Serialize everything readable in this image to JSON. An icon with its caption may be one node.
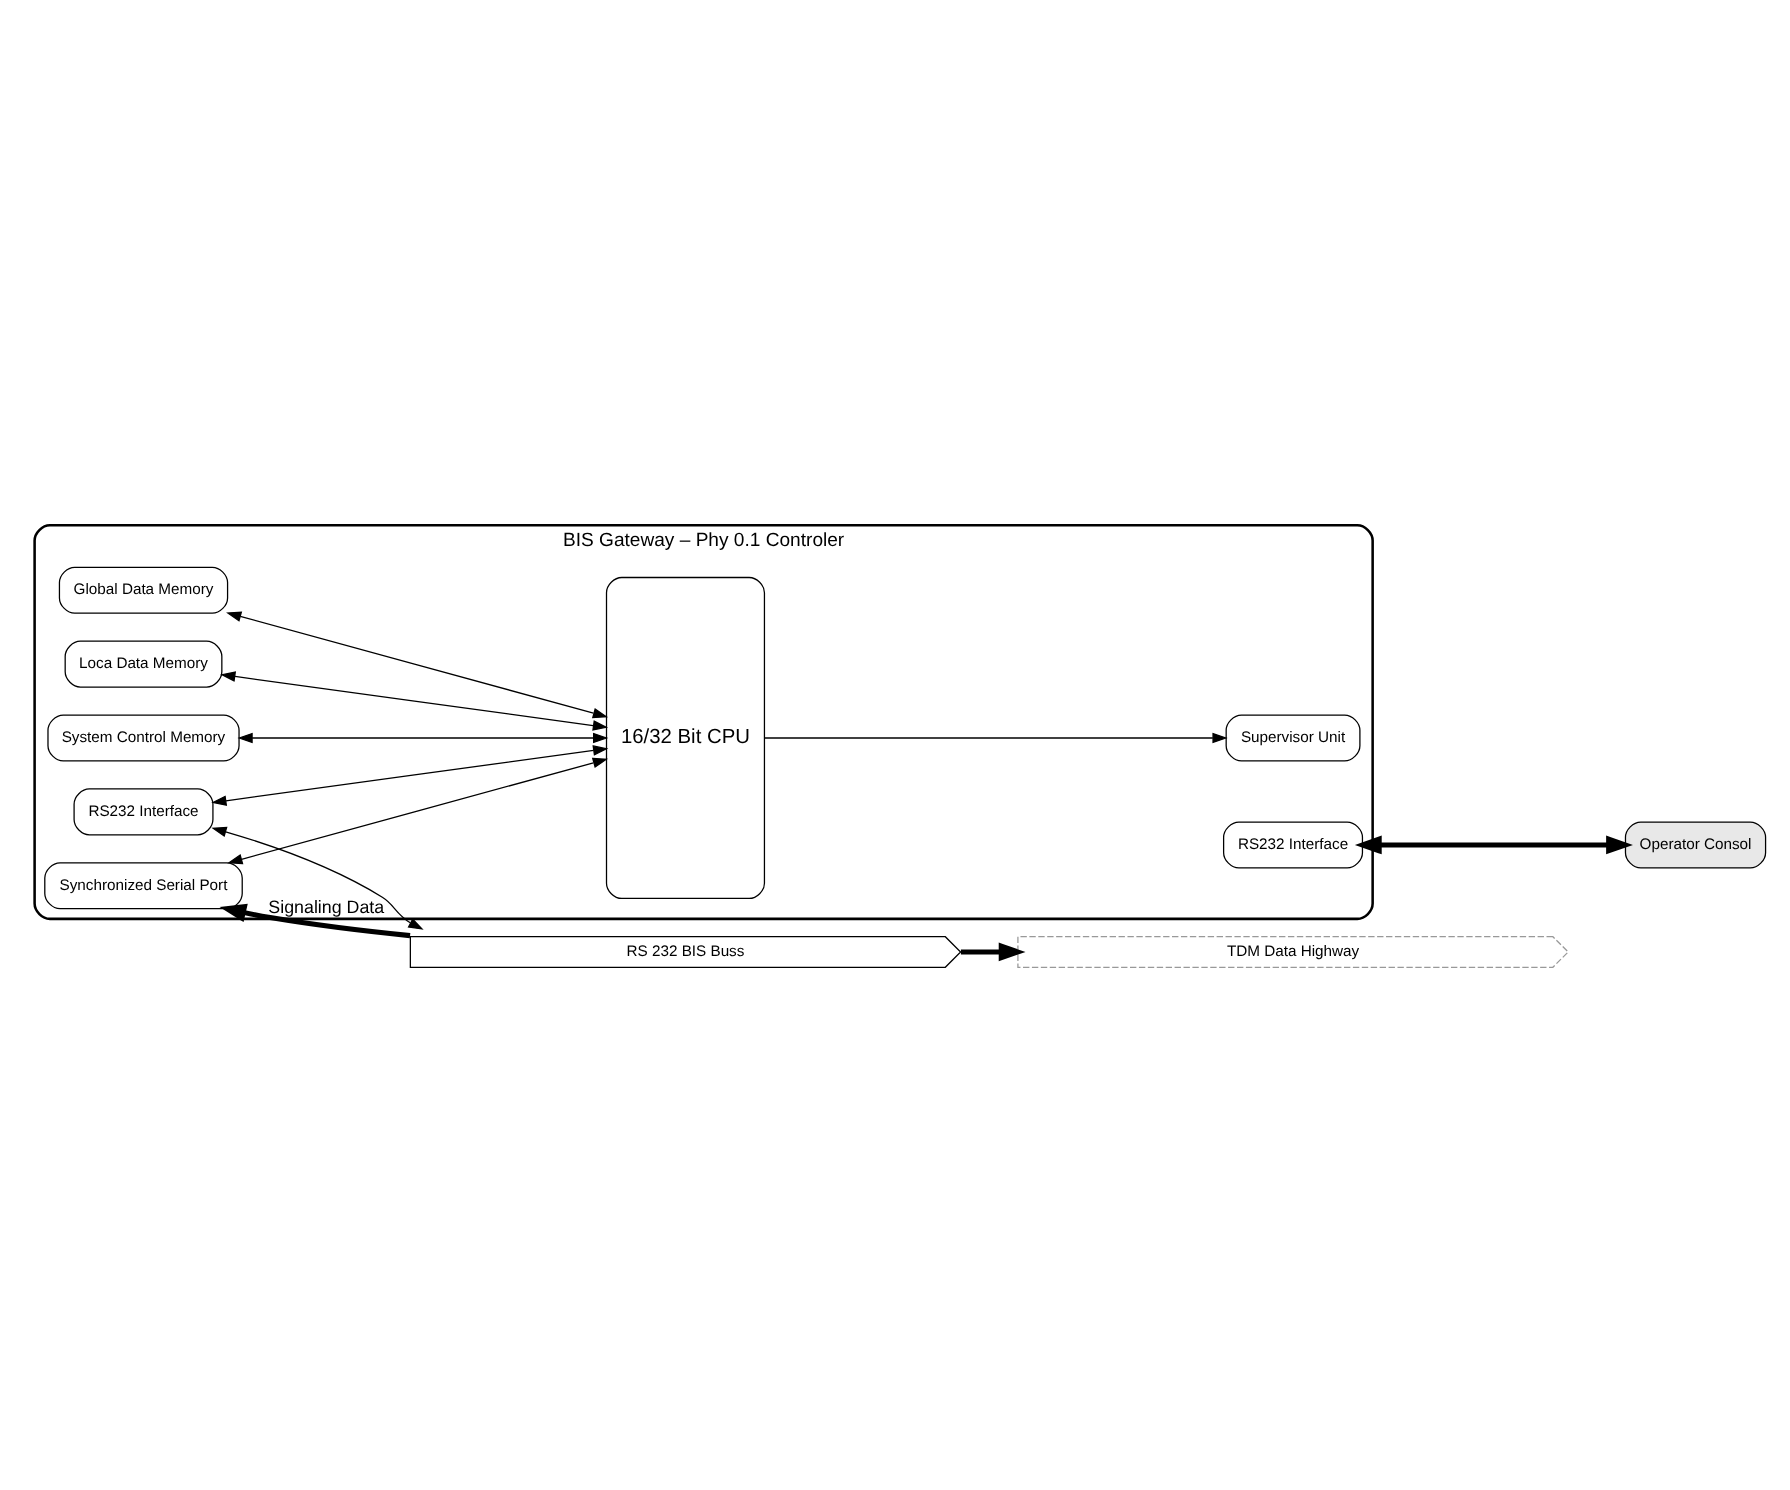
{
  "diagram": {
    "nodes": [
      {
        "text": [
          "BIS Gateway – Phy 0.1 Controler"
        ]
      },
      {
        "text": [
          "RS232 Interface"
        ],
        "in": 0
      },
      {
        "text": [
          "Global Data Memory"
        ],
        "in": 0
      },
      {
        "text": [
          "Loca Data Memory"
        ],
        "in": 0
      },
      {
        "text": [
          "System Control Memory"
        ],
        "in": 0
      },
      {
        "text": [
          "Synchronized Serial Port"
        ],
        "in": 0
      },
      {
        "text": [
          "16/32 Bit CPU"
        ],
        "in": 0
      },
      {
        "text": [
          "RS232 Interface"
        ],
        "in": 0
      },
      {
        "text": [
          "Supervisor Unit"
        ],
        "in": 0
      },
      {
        "text": [
          "Operator Consol"
        ]
      },
      {
        "text": [
          "RS 232 BIS Buss"
        ]
      },
      {
        "text": [
          "TDM Data Highway"
        ]
      }
    ],
    "edges": [
      {
        "from": 1,
        "to": 6,
        "arrow": "both"
      },
      {
        "from": 2,
        "to": 6,
        "arrow": "both"
      },
      {
        "from": 3,
        "to": 6,
        "arrow": "both"
      },
      {
        "from": 4,
        "to": 6,
        "arrow": "both"
      },
      {
        "from": 5,
        "to": 6,
        "arrow": "both"
      },
      {
        "from": 6,
        "to": 8,
        "arrow": "to"
      },
      {
        "from": 7,
        "to": 9,
        "arrow": "both",
        "style": "thick"
      },
      {
        "from": 1,
        "to": 10,
        "arrow": "both"
      },
      {
        "from": 10,
        "to": 5,
        "arrow": "to",
        "label": "Signaling Data",
        "style": "thick"
      },
      {
        "from": 10,
        "to": 11,
        "arrow": "to",
        "style": "thick"
      }
    ]
  }
}
